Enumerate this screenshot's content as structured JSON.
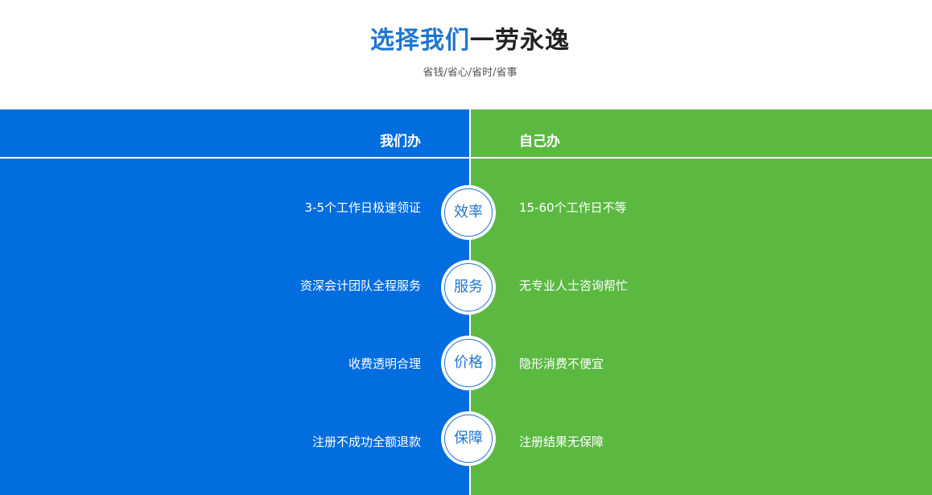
{
  "header": {
    "title_highlight": "选择我们",
    "title_rest": "一劳永逸",
    "subtitle": "省钱/省心/省时/省事"
  },
  "columns": {
    "ours": "我们办",
    "self": "自己办"
  },
  "rows": [
    {
      "category": "效率",
      "ours": "3-5个工作日极速领证",
      "self": "15-60个工作日不等"
    },
    {
      "category": "服务",
      "ours": "资深会计团队全程服务",
      "self": "无专业人士咨询帮忙"
    },
    {
      "category": "价格",
      "ours": "收费透明合理",
      "self": "隐形消费不便宜"
    },
    {
      "category": "保障",
      "ours": "注册不成功全额退款",
      "self": "注册结果无保障"
    }
  ],
  "colors": {
    "ours_panel": "#026ddf",
    "self_panel": "#5bb942",
    "accent": "#1f76cf"
  }
}
